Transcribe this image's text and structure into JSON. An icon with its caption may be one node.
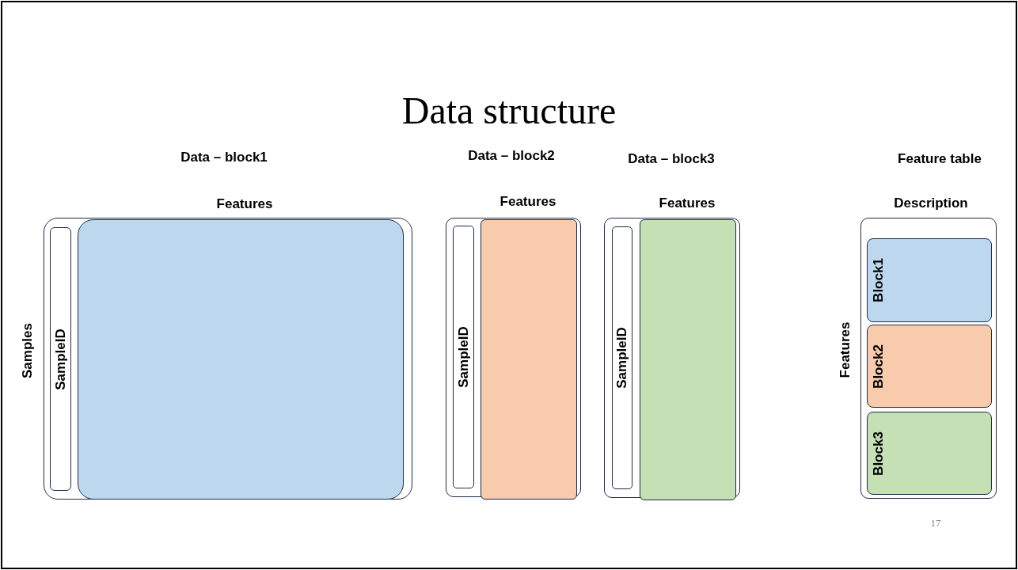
{
  "diagram": {
    "title": "Data structure",
    "nodes": [
      {
        "text": [],
        "shape": "box"
      },
      {
        "text": [
          "SampleID"
        ],
        "in": 0
      },
      {
        "text": [],
        "shape": "box",
        "in": 0
      },
      {
        "text": [],
        "shape": "box"
      },
      {
        "text": [
          "SampleID"
        ],
        "in": 3
      },
      {
        "text": [],
        "shape": "box",
        "in": 3
      },
      {
        "text": [],
        "shape": "box"
      },
      {
        "text": [
          "SampleID"
        ],
        "in": 6
      },
      {
        "text": [],
        "shape": "box",
        "in": 6
      },
      {
        "text": [],
        "shape": "box"
      },
      {
        "text": [
          "Block1"
        ],
        "in": 9
      },
      {
        "text": [
          "Block2"
        ],
        "in": 9
      },
      {
        "text": [
          "Block3"
        ],
        "in": 9
      }
    ],
    "edges": [],
    "labels": [
      "Data – block1",
      "Data – block2",
      "Data – block3",
      "Feature table",
      "Features",
      "Features",
      "Features",
      "Description",
      "Samples",
      "Features",
      "17"
    ]
  }
}
